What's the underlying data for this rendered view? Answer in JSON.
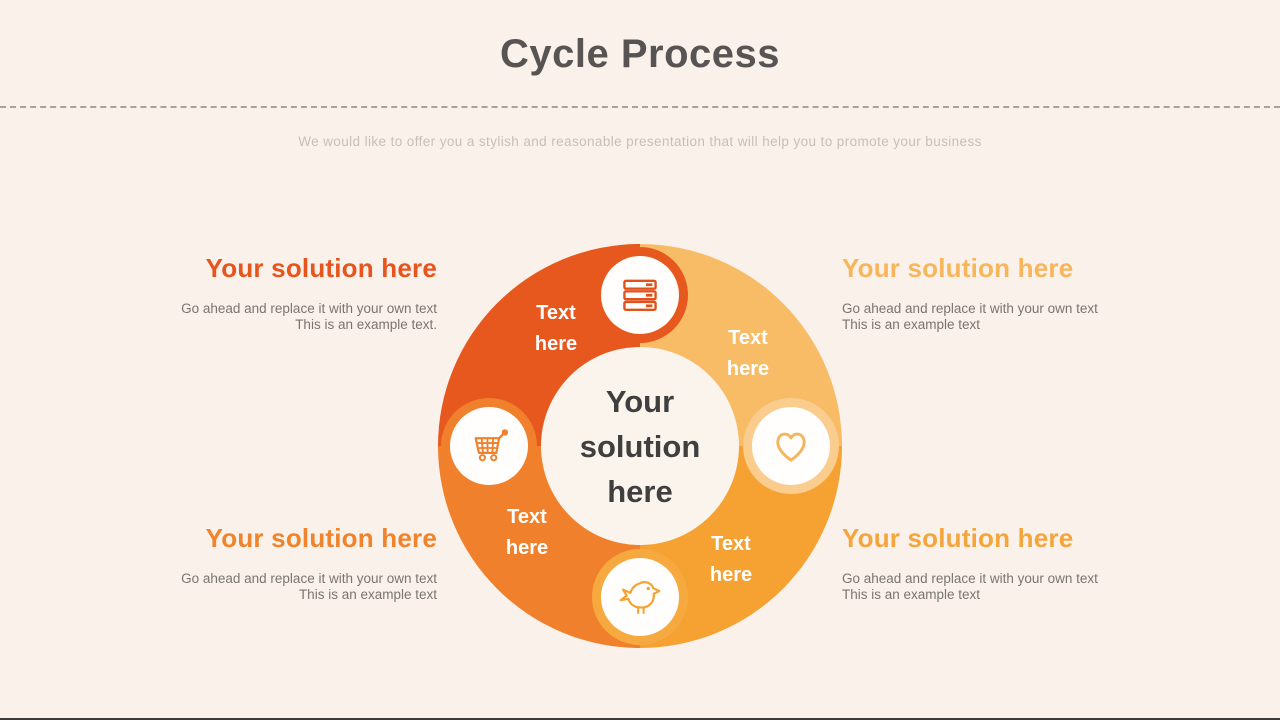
{
  "page": {
    "background_color": "#FAF2EA",
    "bottom_bar_color": "#3C3C3C"
  },
  "header": {
    "title": "Cycle Process",
    "subtitle": "We would like to offer you a stylish and reasonable presentation that will help you to promote your business"
  },
  "diagram": {
    "center_label": "Your solution here",
    "segment_labels": [
      {
        "position": "top-left",
        "text": "Text here",
        "color": "#E7581F"
      },
      {
        "position": "top-right",
        "text": "Text here",
        "color": "#F8BC67"
      },
      {
        "position": "bottom-left",
        "text": "Text here",
        "color": "#F0802B"
      },
      {
        "position": "bottom-right",
        "text": "Text here",
        "color": "#F5A233"
      }
    ],
    "icons": [
      {
        "position": "top",
        "name": "server-icon",
        "ring_color": "#E7581F",
        "glyph_color": "#E2511C"
      },
      {
        "position": "right",
        "name": "heart-icon",
        "ring_color": "#FACC8E",
        "glyph_color": "#F4B55C"
      },
      {
        "position": "bottom",
        "name": "bird-icon",
        "ring_color": "#F6A93F",
        "glyph_color": "#F5A233"
      },
      {
        "position": "left",
        "name": "cart-icon",
        "ring_color": "#F0802B",
        "glyph_color": "#F0802B"
      }
    ]
  },
  "callouts": [
    {
      "position": "top-left",
      "heading": "Your solution here",
      "heading_color": "#E8541D",
      "body_line1": "Go ahead and replace it with your own text",
      "body_line2": "This is an example text."
    },
    {
      "position": "top-right",
      "heading": "Your solution here",
      "heading_color": "#F7B55C",
      "body_line1": "Go ahead and replace it with your own text",
      "body_line2": "This is an example text"
    },
    {
      "position": "bottom-left",
      "heading": "Your solution here",
      "heading_color": "#F0832B",
      "body_line1": "Go ahead and replace it with your own text",
      "body_line2": "This is an example text"
    },
    {
      "position": "bottom-right",
      "heading": "Your solution here",
      "heading_color": "#F5A53E",
      "body_line1": "Go ahead and replace it with your own text",
      "body_line2": "This is an example text"
    }
  ]
}
